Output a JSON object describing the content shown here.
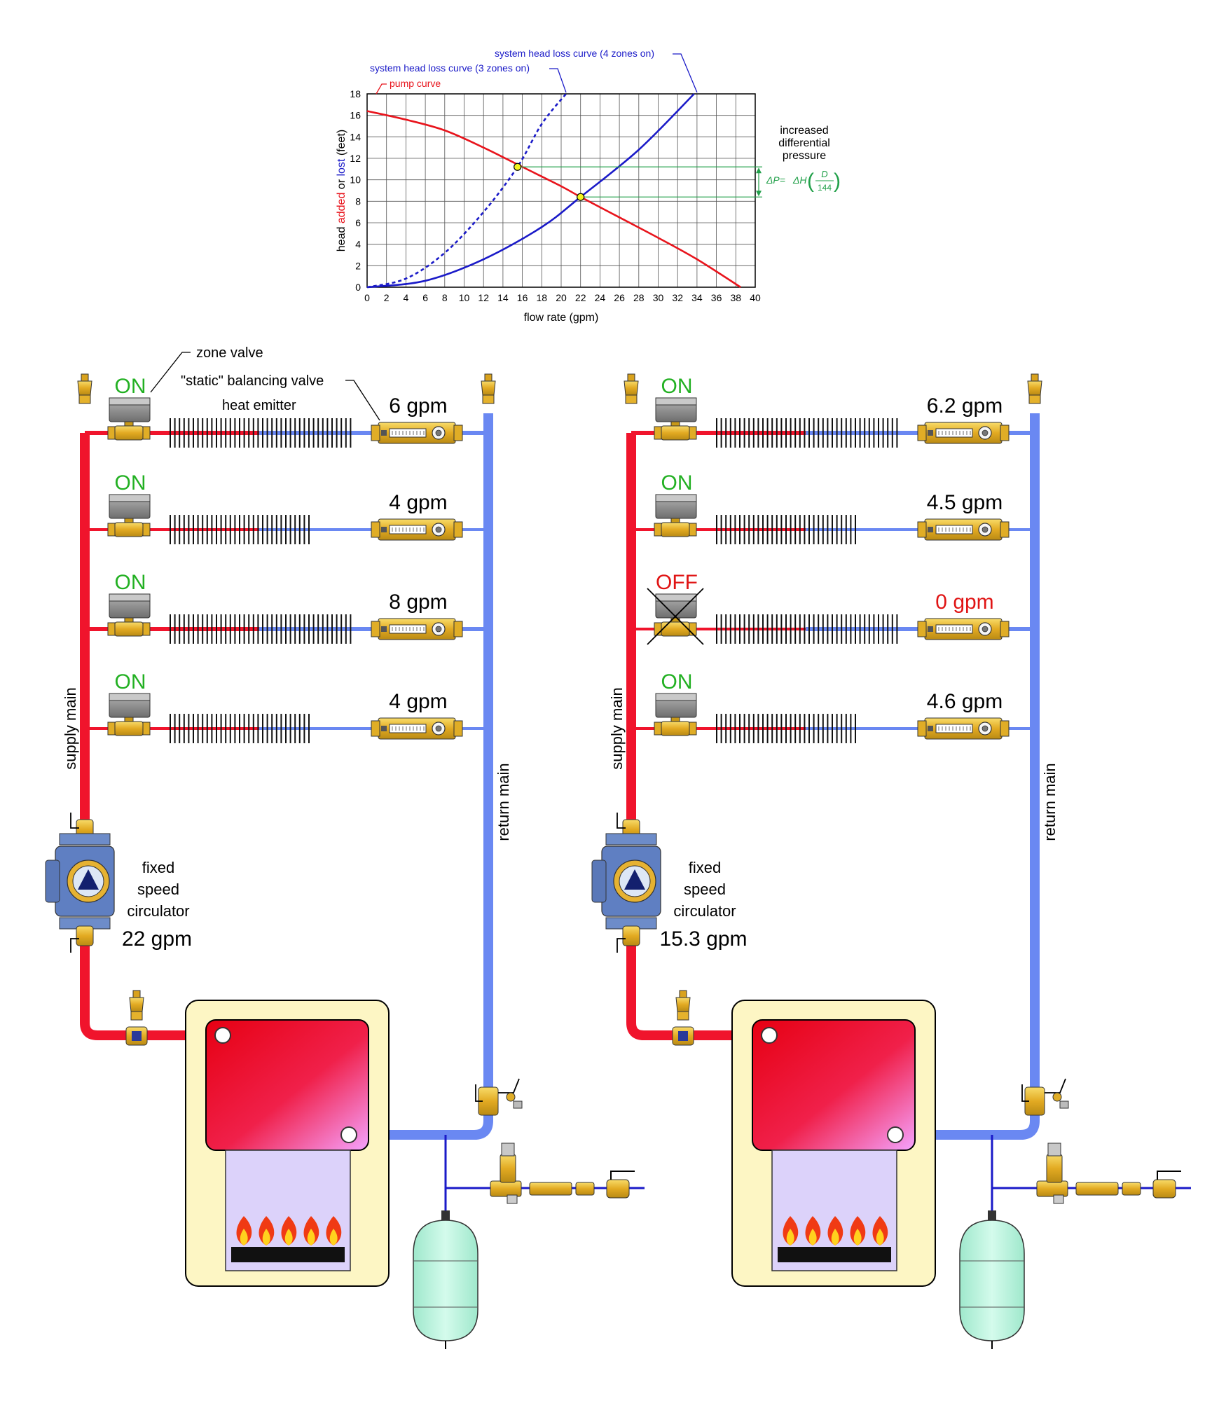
{
  "chart_data": {
    "type": "line",
    "xlabel": "flow rate (gpm)",
    "ylabel_parts": [
      "head ",
      "added",
      " or ",
      "lost",
      " (feet)"
    ],
    "xlim": [
      0,
      40
    ],
    "ylim": [
      0,
      18
    ],
    "x_ticks": [
      0,
      2,
      4,
      6,
      8,
      10,
      12,
      14,
      16,
      18,
      20,
      22,
      24,
      26,
      28,
      30,
      32,
      34,
      36,
      38,
      40
    ],
    "y_ticks": [
      0,
      2,
      4,
      6,
      8,
      10,
      12,
      14,
      16,
      18
    ],
    "grid": true,
    "series": [
      {
        "name": "pump curve",
        "color": "#e8141c",
        "style": "solid",
        "x": [
          0,
          4,
          8,
          12,
          16,
          20,
          22,
          26,
          30,
          34,
          38.5
        ],
        "y": [
          16.4,
          15.6,
          14.6,
          13.0,
          11.2,
          9.4,
          8.4,
          6.5,
          4.6,
          2.6,
          0
        ]
      },
      {
        "name": "system head loss curve (3 zones on)",
        "color": "#1a1ac8",
        "style": "dashed",
        "x": [
          0,
          4,
          8,
          12,
          15.5,
          18,
          20.5
        ],
        "y": [
          0,
          0.8,
          3.2,
          7.0,
          11.2,
          15.2,
          18
        ]
      },
      {
        "name": "system head loss curve (4 zones on)",
        "color": "#1a1ac8",
        "style": "solid",
        "x": [
          0,
          6,
          12,
          18,
          22,
          28,
          33.7
        ],
        "y": [
          0,
          0.6,
          2.6,
          5.6,
          8.4,
          12.8,
          18
        ]
      }
    ],
    "operating_points": [
      {
        "x": 15.5,
        "y": 11.2
      },
      {
        "x": 22,
        "y": 8.4
      }
    ],
    "annotation": {
      "lines": [
        "increased",
        "differential",
        "pressure"
      ],
      "formula_lhs": "ΔP=",
      "formula_mid": "ΔH",
      "formula_num": "D",
      "formula_den": "144",
      "color": "#22a04a"
    }
  },
  "diagram": {
    "callouts": {
      "zone_valve": "zone valve",
      "balancing_valve": "\"static\" balancing valve",
      "heat_emitter": "heat emitter"
    },
    "left": {
      "supply_main": "supply main",
      "return_main": "return main",
      "circulator_lines": [
        "fixed",
        "speed",
        "circulator"
      ],
      "circulator_flow": "22 gpm",
      "zones": [
        {
          "state": "ON",
          "flow": "6 gpm"
        },
        {
          "state": "ON",
          "flow": "4 gpm"
        },
        {
          "state": "ON",
          "flow": "8 gpm"
        },
        {
          "state": "ON",
          "flow": "4 gpm"
        }
      ]
    },
    "right": {
      "supply_main": "supply main",
      "return_main": "return main",
      "circulator_lines": [
        "fixed",
        "speed",
        "circulator"
      ],
      "circulator_flow": "15.3 gpm",
      "zones": [
        {
          "state": "ON",
          "flow": "6.2 gpm"
        },
        {
          "state": "ON",
          "flow": "4.5 gpm"
        },
        {
          "state": "OFF",
          "flow": "0 gpm"
        },
        {
          "state": "ON",
          "flow": "4.6 gpm"
        }
      ]
    },
    "colors": {
      "supply": "#f0142c",
      "return": "#6a88f2",
      "on": "#22b022",
      "off": "#e01414",
      "brass": "#e8b830",
      "boiler_jacket": "#fdf6c4",
      "expansion_tank": "#bff5e0"
    }
  }
}
